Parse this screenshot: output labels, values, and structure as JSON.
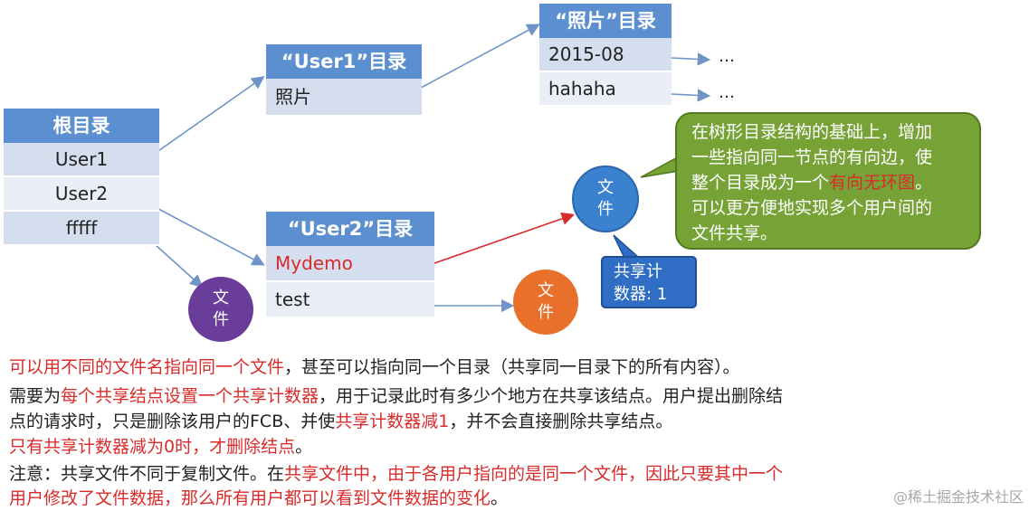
{
  "root_dir": {
    "header": "根目录",
    "items": [
      "User1",
      "User2",
      "fffff"
    ]
  },
  "user1_dir": {
    "header": "“User1”目录",
    "items": [
      "照片"
    ]
  },
  "photo_dir": {
    "header": "“照片”目录",
    "items": [
      "2015-08",
      "hahaha"
    ]
  },
  "user2_dir": {
    "header": "“User2”目录",
    "items": [
      "Mydemo",
      "test"
    ]
  },
  "ellipsis": "…",
  "file_label": "文件",
  "colors": {
    "header_blue": "#5b8fcf",
    "accent_red": "#d92b2b",
    "purple_node": "#6a3d9a",
    "orange_node": "#e8702a",
    "blue_node": "#3a82d0",
    "green_bubble": "#76a236"
  },
  "bubble": {
    "line1": "在树形目录结构的基础上，增加",
    "line2": "一些指向同一节点的有向边，使",
    "line3_pre": "整个目录成为一个",
    "line3_red": "有向无环图",
    "line3_post": "。",
    "line4": "可以更方便地实现多个用户间的",
    "line5": "文件共享。"
  },
  "counter": {
    "line1": "共享计",
    "line2": "数器: 1"
  },
  "notes": {
    "p1_red": "可以用不同的文件名指向同一个文件",
    "p1_rest": "，甚至可以指向同一个目录（共享同一目录下的所有内容）。",
    "p2_pre": "需要为",
    "p2_red": "每个共享结点设置一个共享计数器",
    "p2_rest": "，用于记录此时有多少个地方在共享该结点。用户提出删除结",
    "p3_pre": "点的请求时，只是删除该用户的FCB、并使",
    "p3_red": "共享计数器减1",
    "p3_rest": "，并不会直接删除共享结点。",
    "p4_red": "只有共享计数器减为0时，才删除结点",
    "p4_rest": "。",
    "p5_pre": "注意：共享文件不同于复制文件。在",
    "p5_red": "共享文件中，由于各用户指向的是同一个文件，因此只要其中一个",
    "p6_red": "用户修改了文件数据，那么所有用户都可以看到文件数据的变化",
    "p6_rest": "。"
  },
  "watermark": "@稀土掘金技术社区"
}
